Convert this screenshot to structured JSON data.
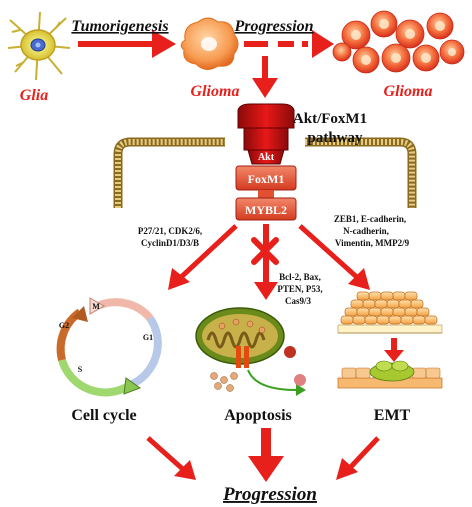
{
  "stages": {
    "tumorigenesis": "Tumorigenesis",
    "progression_top": "Progression",
    "glia": "Glia",
    "glioma_1": "Glioma",
    "glioma_2": "Glioma"
  },
  "pathway": {
    "title_line1": "Akt/FoxM1",
    "title_line2": "pathway",
    "akt": "Akt",
    "foxm1": "FoxM1",
    "mybl2": "MYBL2"
  },
  "targets": {
    "cell_cycle_genes_line1": "P27/21, CDK2/6,",
    "cell_cycle_genes_line2": "CyclinD1/D3/B",
    "apoptosis_genes_line1": "Bcl-2, Bax,",
    "apoptosis_genes_line2": "PTEN, P53,",
    "apoptosis_genes_line3": "Cas9/3",
    "emt_genes_line1": "ZEB1, E-cadherin,",
    "emt_genes_line2": "N-cadherin,",
    "emt_genes_line3": "Vimentin, MMP2/9"
  },
  "cycle_phases": {
    "m": "M",
    "g1": "G1",
    "s": "S",
    "g2": "G2"
  },
  "outcomes": {
    "cell_cycle": "Cell cycle",
    "apoptosis": "Apoptosis",
    "emt": "EMT",
    "progression_bottom": "Progression"
  },
  "colors": {
    "arrow_red": "#e8201c",
    "label_red": "#e8201c",
    "membrane": "#c8a860",
    "receptor_red": "#d41010",
    "foxm1_box": "#e25030",
    "cell_orange": "#f7a05a",
    "mito_green": "#7a9a20",
    "text_dark": "#111111"
  }
}
